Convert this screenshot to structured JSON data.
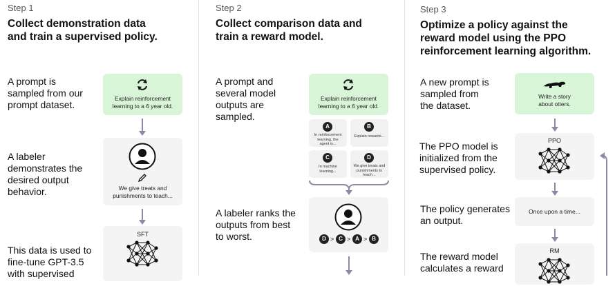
{
  "step1": {
    "label": "Step 1",
    "title_lines": [
      "Collect demonstration data",
      "and train a supervised policy."
    ],
    "text1": [
      "A prompt is",
      "sampled from our",
      "prompt dataset."
    ],
    "text2": [
      "A labeler",
      "demonstrates the",
      "desired output",
      "behavior."
    ],
    "text3": [
      "This data is used to",
      "fine-tune GPT-3.5",
      "with supervised"
    ],
    "prompt_box": [
      "Explain reinforcement",
      "learning to a 6 year old."
    ],
    "demo_box": [
      "We give treats and",
      "punishments to teach..."
    ],
    "model_label": "SFT"
  },
  "step2": {
    "label": "Step 2",
    "title_lines": [
      "Collect comparison data and",
      "train a reward model."
    ],
    "text1": [
      "A prompt and",
      "several model",
      "outputs are",
      "sampled."
    ],
    "text2": [
      "A labeler ranks the",
      "outputs from best",
      "to worst."
    ],
    "prompt_box": [
      "Explain reinforcement",
      "learning to a 6 year old."
    ],
    "outputs": [
      {
        "letter": "A",
        "text": [
          "In reinforcement",
          "learning, the",
          "agent is..."
        ]
      },
      {
        "letter": "B",
        "text": [
          "Explain rewards..."
        ]
      },
      {
        "letter": "C",
        "text": [
          "In machine",
          "learning..."
        ]
      },
      {
        "letter": "D",
        "text": [
          "We give treats and",
          "punishments to",
          "teach..."
        ]
      }
    ],
    "ranking": [
      "D",
      "C",
      "A",
      "B"
    ],
    "ranking_sep": ">"
  },
  "step3": {
    "label": "Step 3",
    "title_lines": [
      "Optimize a policy against the",
      "reward model using the PPO",
      "reinforcement learning algorithm."
    ],
    "text1": [
      "A new prompt is",
      "sampled from",
      "the dataset."
    ],
    "text2": [
      "The PPO model is",
      "initialized from the",
      "supervised policy."
    ],
    "text3": [
      "The policy generates",
      "an output."
    ],
    "text4": [
      "The reward model",
      "calculates a reward"
    ],
    "prompt_box": [
      "Write a story",
      "about otters."
    ],
    "ppo_label": "PPO",
    "output_text": "Once upon a time...",
    "rm_label": "RM"
  },
  "colors": {
    "green_box": "#d9f5d8",
    "gray_box": "#f4f4f4",
    "arrow": "#8a8aa6"
  },
  "icons": [
    "cycle-icon",
    "person-icon",
    "pencil-icon",
    "network-icon",
    "otter-icon",
    "loop-arrow-icon"
  ]
}
